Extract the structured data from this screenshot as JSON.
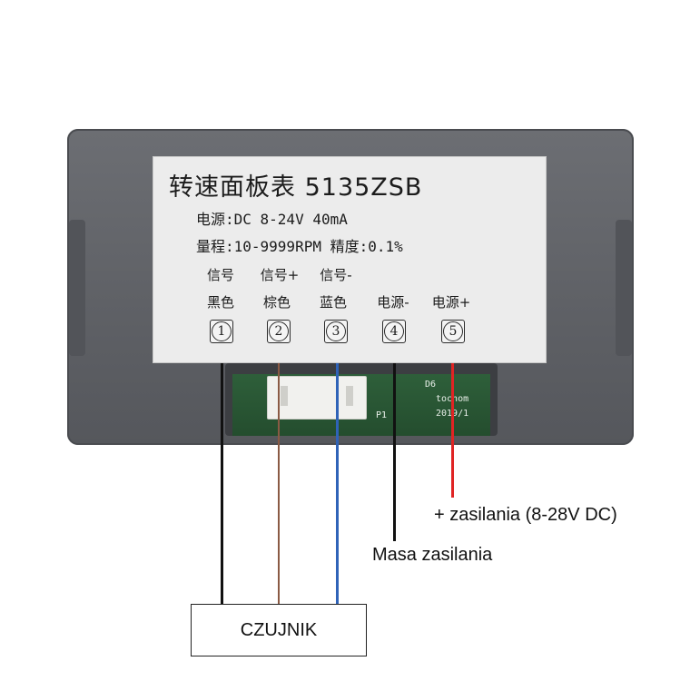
{
  "label": {
    "title": "转速面板表  5135ZSB",
    "power_spec": "电源:DC 8-24V 40mA",
    "range_spec": "量程:10-9999RPM 精度:0.1%"
  },
  "pins": [
    {
      "num": "1",
      "top_label": "信号",
      "bottom_label": "黑色"
    },
    {
      "num": "2",
      "top_label": "信号+",
      "bottom_label": "棕色"
    },
    {
      "num": "3",
      "top_label": "信号-",
      "bottom_label": "蓝色"
    },
    {
      "num": "4",
      "top_label": "",
      "bottom_label": "电源-"
    },
    {
      "num": "5",
      "top_label": "",
      "bottom_label": "电源+"
    }
  ],
  "pcb_text": {
    "line1": "D6",
    "line2": "tochom",
    "line3": "2019/1",
    "marker": "P1"
  },
  "annotations": {
    "power_plus": "+ zasilania (8-28V DC)",
    "power_ground": "Masa zasilania",
    "sensor": "CZUJNIK"
  },
  "colors": {
    "wire_black": "#111111",
    "wire_brown": "#8a5a44",
    "wire_blue": "#2f63b8",
    "wire_red": "#e02424"
  }
}
